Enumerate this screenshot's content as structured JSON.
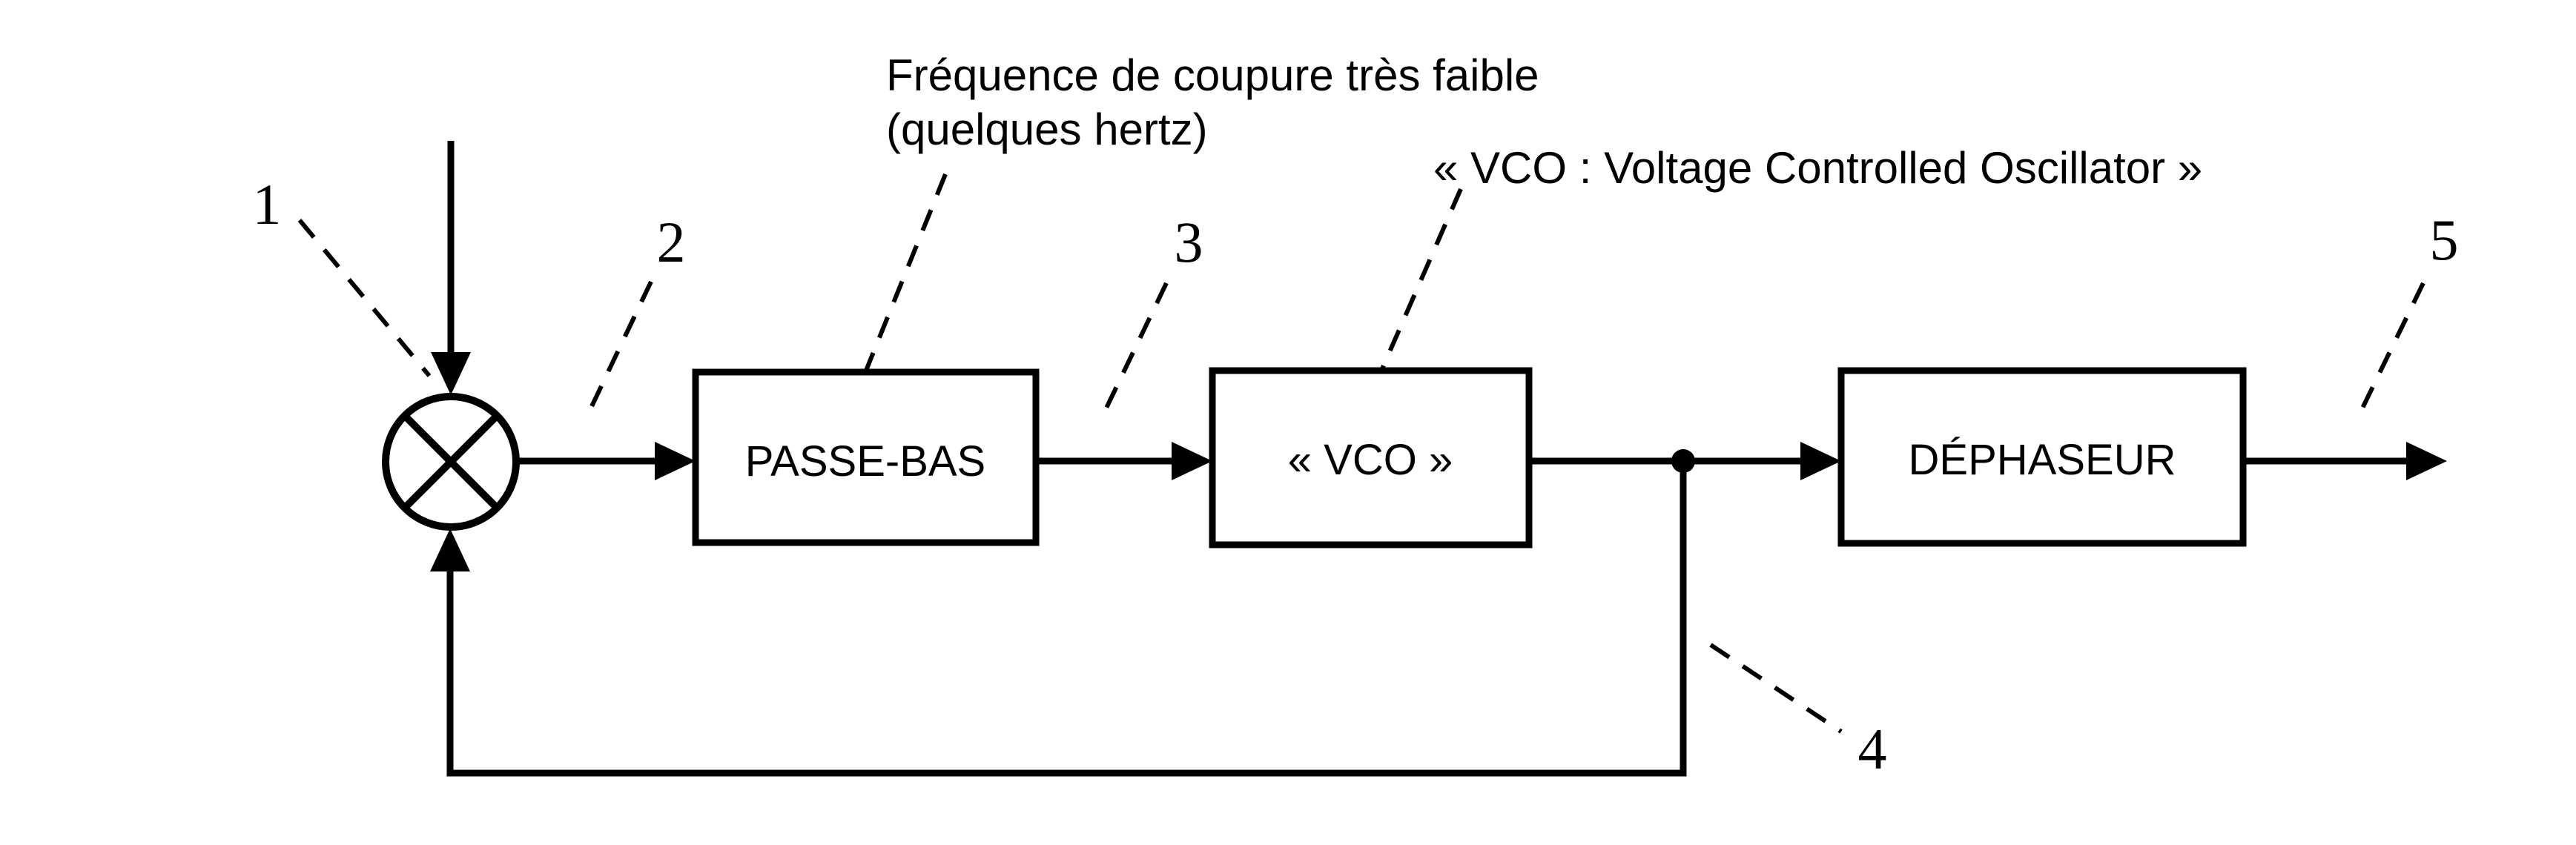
{
  "colors": {
    "ink": "#000000",
    "background": "#ffffff"
  },
  "blocks": {
    "passe_bas": {
      "label": "PASSE-BAS"
    },
    "vco": {
      "label": "« VCO »"
    },
    "dephaseur": {
      "label": "DÉPHASEUR"
    }
  },
  "mixer": {
    "symbol": "multiplier-circle-x"
  },
  "annotations": {
    "cutoff_line1": "Fréquence de coupure très faible",
    "cutoff_line2": "(quelques hertz)",
    "vco_definition": "« VCO :  Voltage Controlled Oscillator »"
  },
  "markers": {
    "m1": "1",
    "m2": "2",
    "m3": "3",
    "m4": "4",
    "m5": "5"
  }
}
